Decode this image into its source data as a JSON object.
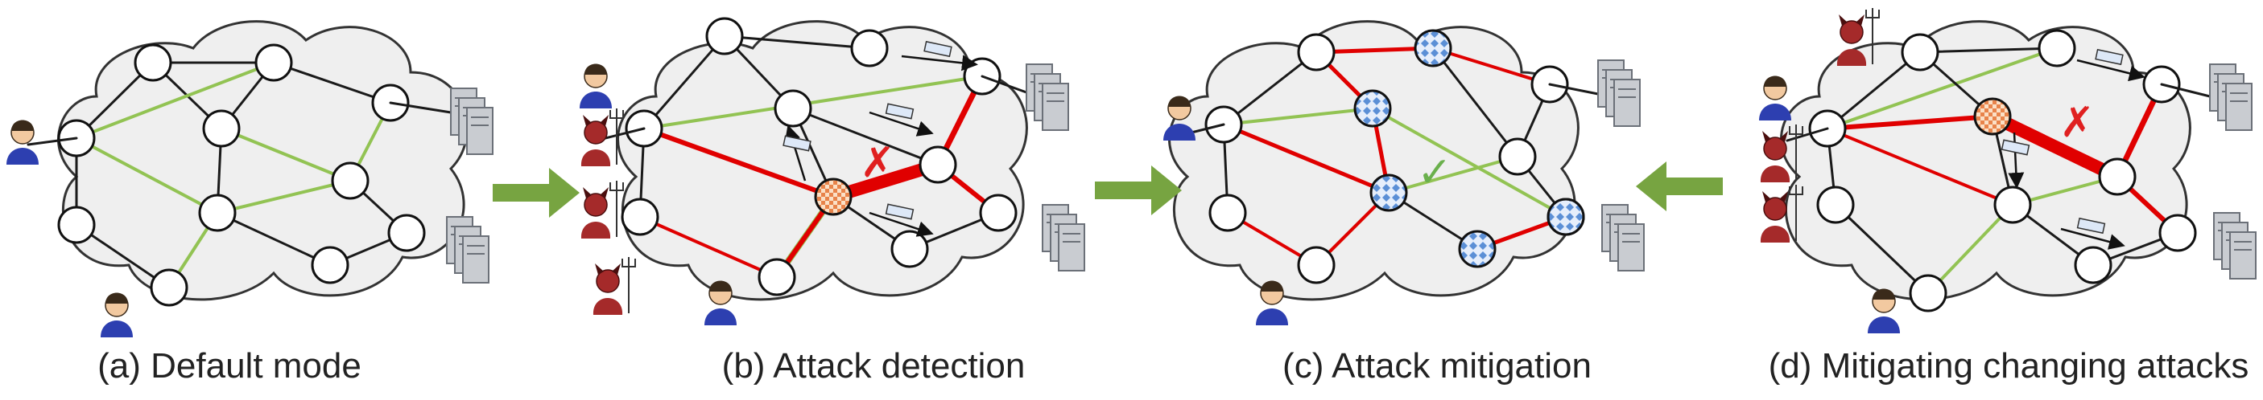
{
  "panels": [
    {
      "id": "a",
      "caption": "(a) Default mode"
    },
    {
      "id": "b",
      "caption": "(b) Attack detection"
    },
    {
      "id": "c",
      "caption": "(c) Attack mitigation"
    },
    {
      "id": "d",
      "caption": "(d) Mitigating changing attacks"
    }
  ],
  "colors": {
    "cloud_fill": "#efefef",
    "cloud_stroke": "#333333",
    "normal_link": "#1a1a1a",
    "green_link": "#92c353",
    "attack_link": "#e00000",
    "arrow": "#77a441",
    "node_fill": "#ffffff",
    "checker_node": "#e8834a",
    "diamond_node": "#5b8fd6",
    "attacker": "#a52a2a",
    "user": "#2d3fb0"
  },
  "marks": {
    "cross": "✗",
    "check": "✓"
  }
}
